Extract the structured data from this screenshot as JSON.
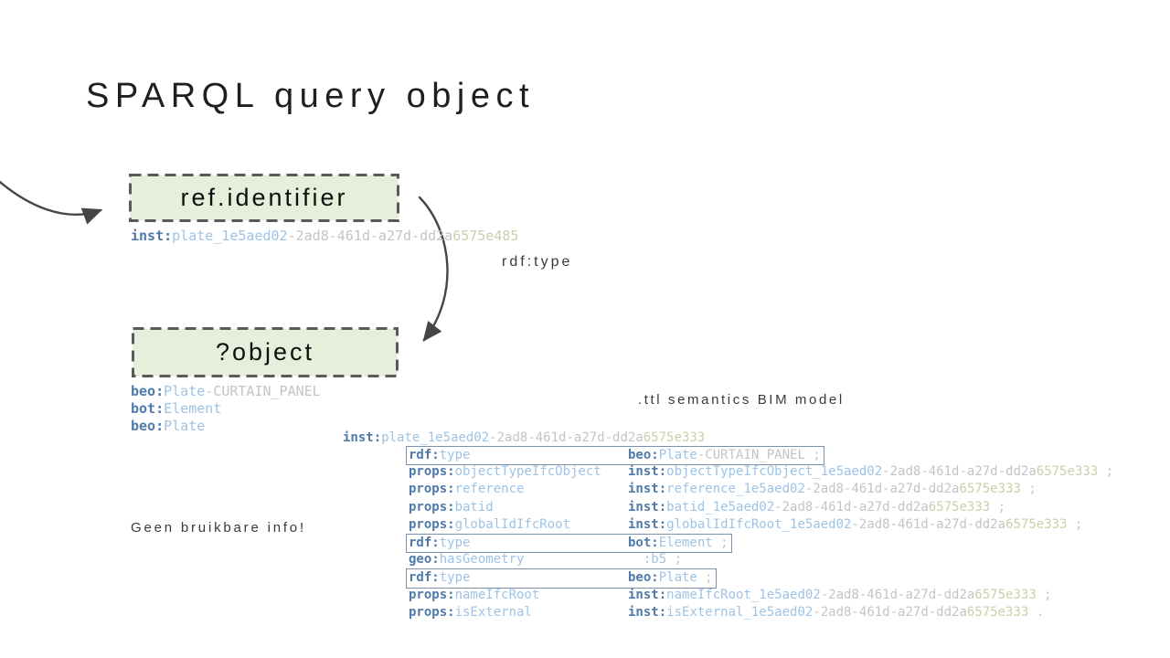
{
  "title": "SPARQL query object",
  "diagram": {
    "ref_node_label": "ref.identifier",
    "object_node_label": "?object",
    "edge_label": "rdf:type"
  },
  "labels": {
    "ttl_model": ".ttl semantics BIM model",
    "no_info": "Geen bruikbare info!"
  },
  "colors": {
    "node_fill": "#e6efdb",
    "node_border": "#5a5a5a",
    "arrow": "#454545",
    "code_prefix": "#4f7aa9",
    "code_local": "#9dc3e6",
    "code_gray": "#c4c4c4",
    "code_sage": "#c6d2a9",
    "highlight_box_border": "#7b92ae"
  },
  "ref_instance": [
    [
      "inst:",
      "p"
    ],
    [
      "plate_1e5aed02",
      "l"
    ],
    [
      "-2ad8-461d-a27d-dd2a",
      "g"
    ],
    [
      "6575e485",
      "s"
    ]
  ],
  "object_types": [
    [
      [
        "beo:",
        "p"
      ],
      [
        "Plate",
        "l"
      ],
      [
        "-CURTAIN_PANEL",
        "g"
      ]
    ],
    [
      [
        "bot:",
        "p"
      ],
      [
        "Element",
        "l"
      ]
    ],
    [
      [
        "beo:",
        "p"
      ],
      [
        "Plate",
        "l"
      ]
    ]
  ],
  "ttl": {
    "subject": [
      [
        "inst:",
        "p"
      ],
      [
        "plate_1e5aed02",
        "l"
      ],
      [
        "-2ad8-461d-a27d-dd2a",
        "g"
      ],
      [
        "6575e333",
        "s"
      ]
    ],
    "rows": [
      {
        "boxed": true,
        "pred": [
          [
            "rdf:",
            "p"
          ],
          [
            "type",
            "l"
          ]
        ],
        "obj": [
          [
            "beo:",
            "p"
          ],
          [
            "Plate",
            "l"
          ],
          [
            "-CURTAIN_PANEL",
            "g"
          ],
          [
            " ;",
            "g"
          ]
        ]
      },
      {
        "boxed": false,
        "pred": [
          [
            "props:",
            "p"
          ],
          [
            "objectTypeIfcObject",
            "l"
          ]
        ],
        "obj": [
          [
            "inst:",
            "p"
          ],
          [
            "objectTypeIfcObject_1e5aed02",
            "l"
          ],
          [
            "-2ad8-461d-a27d-dd2a",
            "g"
          ],
          [
            "6575e333",
            "s"
          ],
          [
            " ;",
            "g"
          ]
        ]
      },
      {
        "boxed": false,
        "pred": [
          [
            "props:",
            "p"
          ],
          [
            "reference",
            "l"
          ]
        ],
        "obj": [
          [
            "inst:",
            "p"
          ],
          [
            "reference_1e5aed02",
            "l"
          ],
          [
            "-2ad8-461d-a27d-dd2a",
            "g"
          ],
          [
            "6575e333",
            "s"
          ],
          [
            " ;",
            "g"
          ]
        ]
      },
      {
        "boxed": false,
        "pred": [
          [
            "props:",
            "p"
          ],
          [
            "batid",
            "l"
          ]
        ],
        "obj": [
          [
            "inst:",
            "p"
          ],
          [
            "batid_1e5aed02",
            "l"
          ],
          [
            "-2ad8-461d-a27d-dd2a",
            "g"
          ],
          [
            "6575e333",
            "s"
          ],
          [
            " ;",
            "g"
          ]
        ]
      },
      {
        "boxed": false,
        "pred": [
          [
            "props:",
            "p"
          ],
          [
            "globalIdIfcRoot",
            "l"
          ]
        ],
        "obj": [
          [
            "inst:",
            "p"
          ],
          [
            "globalIdIfcRoot_1e5aed02",
            "l"
          ],
          [
            "-2ad8-461d-a27d-dd2a",
            "g"
          ],
          [
            "6575e333",
            "s"
          ],
          [
            " ;",
            "g"
          ]
        ]
      },
      {
        "boxed": true,
        "pred": [
          [
            "rdf:",
            "p"
          ],
          [
            "type",
            "l"
          ]
        ],
        "obj": [
          [
            "bot:",
            "p"
          ],
          [
            "Element",
            "l"
          ],
          [
            " ;",
            "g"
          ]
        ]
      },
      {
        "boxed": false,
        "pred": [
          [
            "geo:",
            "p"
          ],
          [
            "hasGeometry",
            "l"
          ]
        ],
        "obj": [
          [
            "  ",
            "g"
          ],
          [
            ":b5",
            "l"
          ],
          [
            " ;",
            "g"
          ]
        ]
      },
      {
        "boxed": true,
        "pred": [
          [
            "rdf:",
            "p"
          ],
          [
            "type",
            "l"
          ]
        ],
        "obj": [
          [
            "beo:",
            "p"
          ],
          [
            "Plate",
            "l"
          ],
          [
            " ;",
            "g"
          ]
        ]
      },
      {
        "boxed": false,
        "pred": [
          [
            "props:",
            "p"
          ],
          [
            "nameIfcRoot",
            "l"
          ]
        ],
        "obj": [
          [
            "inst:",
            "p"
          ],
          [
            "nameIfcRoot_1e5aed02",
            "l"
          ],
          [
            "-2ad8-461d-a27d-dd2a",
            "g"
          ],
          [
            "6575e333",
            "s"
          ],
          [
            " ;",
            "g"
          ]
        ]
      },
      {
        "boxed": false,
        "pred": [
          [
            "props:",
            "p"
          ],
          [
            "isExternal",
            "l"
          ]
        ],
        "obj": [
          [
            "inst:",
            "p"
          ],
          [
            "isExternal_1e5aed02",
            "l"
          ],
          [
            "-2ad8-461d-a27d-dd2a",
            "g"
          ],
          [
            "6575e333",
            "s"
          ],
          [
            " .",
            "g"
          ]
        ]
      }
    ]
  }
}
